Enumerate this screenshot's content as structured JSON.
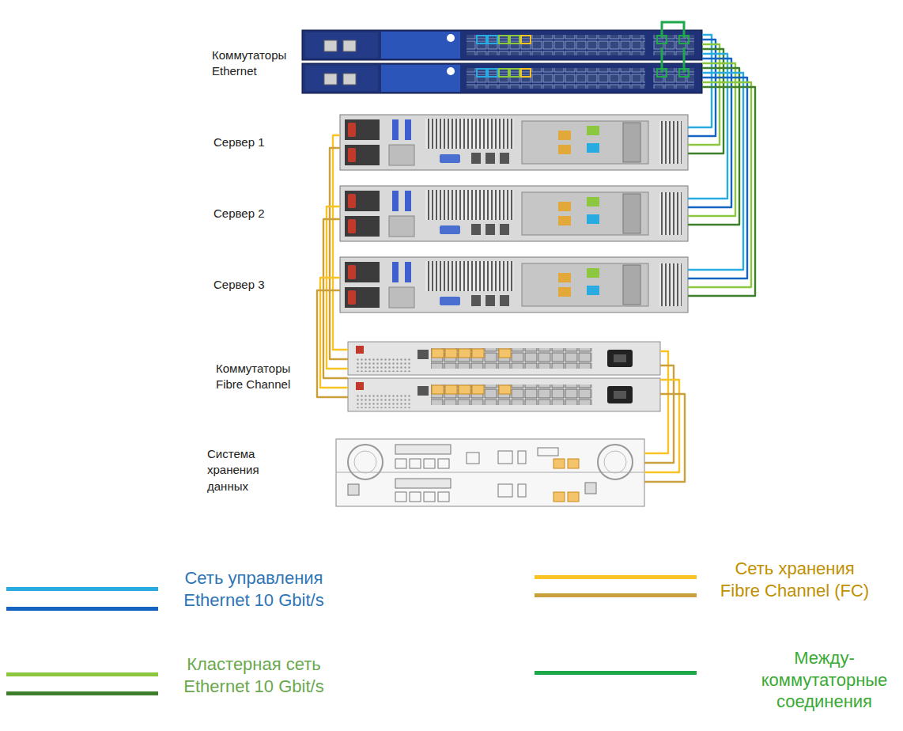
{
  "diagram": {
    "nodes": [
      {
        "text": [
          "Коммутаторы Ethernet"
        ]
      },
      {
        "text": [
          "Сервер 1"
        ]
      },
      {
        "text": [
          "Сервер 2"
        ]
      },
      {
        "text": [
          "Сервер 3"
        ]
      },
      {
        "text": [
          "Коммутаторы Fibre Channel"
        ]
      },
      {
        "text": [
          "Система хранения данных"
        ]
      }
    ],
    "edges": [
      {
        "from": 1,
        "to": 0,
        "arrow": "none"
      },
      {
        "from": 1,
        "to": 0,
        "arrow": "none"
      },
      {
        "from": 1,
        "to": 0,
        "arrow": "none"
      },
      {
        "from": 1,
        "to": 0,
        "arrow": "none"
      },
      {
        "from": 1,
        "to": 4,
        "arrow": "none"
      },
      {
        "from": 1,
        "to": 4,
        "arrow": "none"
      },
      {
        "from": 2,
        "to": 0,
        "arrow": "none"
      },
      {
        "from": 2,
        "to": 0,
        "arrow": "none"
      },
      {
        "from": 2,
        "to": 0,
        "arrow": "none"
      },
      {
        "from": 2,
        "to": 0,
        "arrow": "none"
      },
      {
        "from": 2,
        "to": 4,
        "arrow": "none"
      },
      {
        "from": 2,
        "to": 4,
        "arrow": "none"
      },
      {
        "from": 3,
        "to": 0,
        "arrow": "none"
      },
      {
        "from": 3,
        "to": 0,
        "arrow": "none"
      },
      {
        "from": 3,
        "to": 0,
        "arrow": "none"
      },
      {
        "from": 3,
        "to": 0,
        "arrow": "none"
      },
      {
        "from": 3,
        "to": 4,
        "arrow": "none"
      },
      {
        "from": 3,
        "to": 4,
        "arrow": "none"
      },
      {
        "from": 5,
        "to": 4,
        "arrow": "none"
      },
      {
        "from": 5,
        "to": 4,
        "arrow": "none"
      },
      {
        "from": 5,
        "to": 4,
        "arrow": "none"
      },
      {
        "from": 5,
        "to": 4,
        "arrow": "none"
      }
    ],
    "legend": [
      {
        "text": "Сеть управления Ethernet 10 Gbit/s",
        "color": "#29abe2"
      },
      {
        "text": "Кластерная сеть Ethernet 10 Gbit/s",
        "color": "#8dc63f"
      },
      {
        "text": "Сеть хранения Fibre Channel (FC)",
        "color": "#f7c325"
      },
      {
        "text": "Между- коммутаторные соединения",
        "color": "#1fa84a"
      }
    ]
  }
}
